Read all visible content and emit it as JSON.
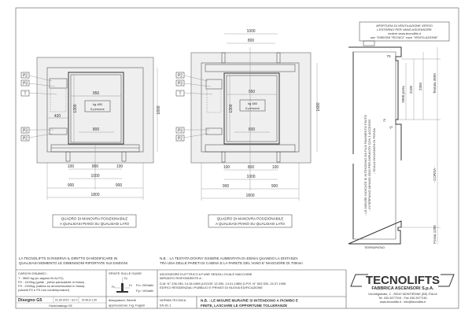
{
  "plan1": {
    "labels": [
      "P2",
      "P3",
      "T",
      "P3",
      "P2"
    ],
    "dims": {
      "d950": "950",
      "d800car": "800",
      "d1300": "1300",
      "d420": "420",
      "d1600": "1600",
      "d100a": "100",
      "d800": "800",
      "d100b": "100",
      "d1000": "1000",
      "d900a": "900",
      "d900b": "900",
      "d1800": "1800"
    },
    "capacity": [
      "kg 480",
      "6 persone"
    ],
    "caption": [
      "QUADRO DI MANOVRA POSIZIONABILE",
      "A QUALSIASI PIANO SU QUALSIASI LATO"
    ]
  },
  "plan2": {
    "labels": [
      "P2",
      "P3",
      "T",
      "P3",
      "P2"
    ],
    "dims": {
      "top1000": "1000",
      "top800": "800",
      "d950": "950",
      "d800car": "800",
      "d1300": "1300",
      "d1680": "1680",
      "d100a": "100",
      "d800": "800",
      "d100b": "100",
      "d1000": "1000",
      "d900a": "900",
      "d900b": "900",
      "d1800": "1800"
    },
    "capacity": [
      "kg 480",
      "6 persone"
    ],
    "caption": [
      "QUADRO DI MANOVRA POSIZIONABILE",
      "A QUALSIASI PIANO SU QUALSIASI LATO"
    ]
  },
  "section": {
    "ventilation_note": [
      "APERTURA DI VENTILAZIONE VERSO",
      "L'ESTERNO PER VANO ASCENSORE",
      "vedere www.tecnolifts.it",
      "sez \"DISEGNI TECNICI\" voce \"VENTILAZIONE\""
    ],
    "dims": {
      "d70top": "70",
      "porta": "2000 porta",
      "d2100": "2100",
      "d2350": "2350",
      "testata": "Testata 3650",
      "d70a": "70",
      "d70b": "70",
      "corsa": "- CORSA -",
      "fossa": "Fossa 1200"
    },
    "notes": [
      "- LE MISURE INDICATE SI INTENDONO DA FILO PAVIMENTO FINITO",
      "- INTERPIANO MINIMO 2500 PER IMPIANTO CON 1 ACCESSO",
      "- SCALA INCASSATA IN FOSSA"
    ],
    "terrapieno": "TERRAPIENO"
  },
  "notes": {
    "rights": [
      "LA TECNOLIFTS SI RISERVA IL DIRITTO DI MODIFICARE IN",
      "QUALSIASI MOMENTO LE DIMENSIONI RIPORTATE SUI DISEGNI"
    ],
    "nb": [
      "N.B. : LA TESTATA DOVRA' ESSERE AUMENTATA DI 400mm QUANDO LA DISTANZA",
      "TRA UNA DELLE PARETI DI CABINA E LA PARETE DEL VANO E' MAGGIORE DI 700mm"
    ]
  },
  "title_block": {
    "loads_title": "CARICHI DINAMICI :",
    "loads": [
      "T : 3500 kg (su argano IN ALTO)",
      "P2 : 1100kg (guide , presa paracadute in fossa)",
      "P3 : 2200kg (cabina su ammortizzatori in fossa)",
      "(carichi  P2 e P3 non contemporanei)"
    ],
    "thrust_title": "SPINTE SULLE GUIDE",
    "thrust": [
      "Fx= 250daN",
      "Fy= 100daN"
    ],
    "thrust_axes": [
      "Fy",
      "Fx",
      "Fx"
    ],
    "description": [
      "ASCENSORE ELETTRICO A FUNE SENZA LOCALE MACCHINE",
      "IMPIANTO RISPONDENTE A :",
      "D.M. N° 236  DEL 14.06.1989 (LEGGE 13  DEL 14.01.1989) D.P.R. N° 503 DEL 24.07.1996",
      "EDIFICI RESIDENZIALI PUBBLICI E PRIVATI DI NUOVA EDIFICAZIONE"
    ],
    "drawing": "Disegno G5",
    "date_rev": "01.09.2010 · rev 0",
    "scale": "SCALA 1:30",
    "catalog": "Hauto/catalogo G5",
    "designer": "disegnatore: Beretti",
    "approval": "approvazione: Ing. Fagioli",
    "norm": [
      "NORMA TECNICA",
      "EN 81.1"
    ],
    "warning": [
      "N.B. : LE MISURE MURARIE SI INTENDONO A PIOMBO E",
      "FINITE, LASCIARE LE OPPORTUNE TOLLERANZE"
    ]
  },
  "company": {
    "logo": "TECNOLIFTS",
    "subtitle": "FABBRICA ASCENSORI S.p.A.",
    "address": "Via Artigianale, 2 - 25010 MONTIRONE (BS) ITALIA",
    "phone": "Tel. 030.2677016 - Fax 030.2677181",
    "web": "www.tecnolifts.it - info@tecnolifts.it"
  }
}
